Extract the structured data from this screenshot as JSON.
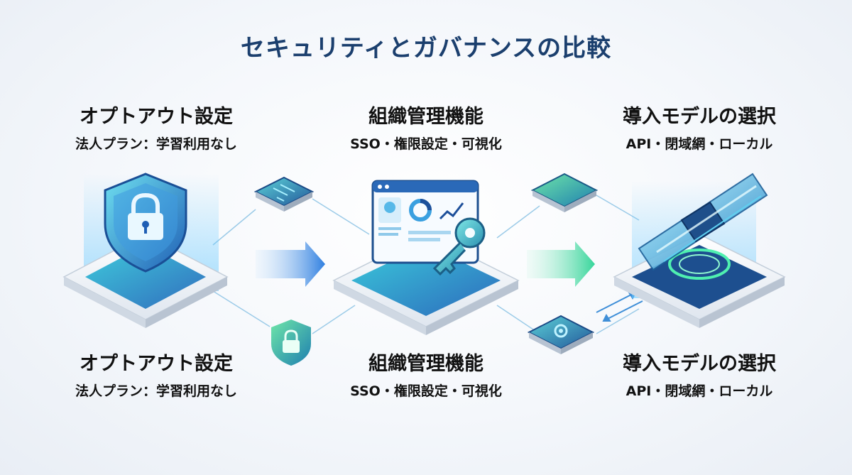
{
  "title": "セキュリティとガバナンスの比較",
  "columns": [
    {
      "top": {
        "heading": "オプトアウト設定",
        "sub": "法人プラン：学習利用なし"
      },
      "bottom": {
        "heading": "オプトアウト設定",
        "sub": "法人プラン：学習利用なし"
      },
      "icon": "shield-lock-icon"
    },
    {
      "top": {
        "heading": "組織管理機能",
        "sub": "SSO・権限設定・可視化"
      },
      "bottom": {
        "heading": "組織管理機能",
        "sub": "SSO・権限設定・可視化"
      },
      "icon": "dashboard-key-icon"
    },
    {
      "top": {
        "heading": "導入モデルの選択",
        "sub": "API・閉域網・ローカル"
      },
      "bottom": {
        "heading": "導入モデルの選択",
        "sub": "API・閉域網・ローカル"
      },
      "icon": "secure-pipe-icon"
    }
  ],
  "colors": {
    "title": "#1b3f6e",
    "accent_blue": "#2f7fe0",
    "accent_teal": "#2fd3c0",
    "accent_green": "#36d59a"
  }
}
